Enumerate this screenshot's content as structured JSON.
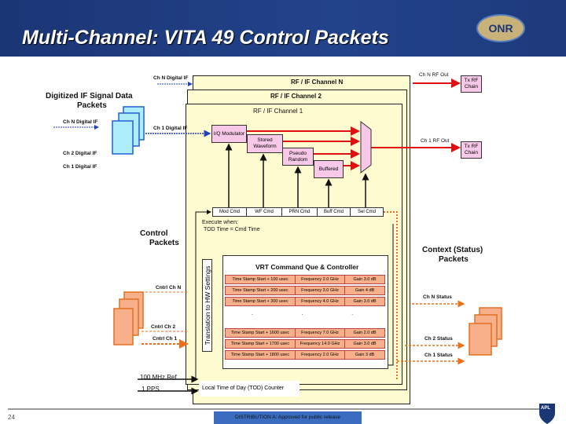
{
  "header": {
    "title": "Multi-Channel: VITA 49 Control Packets",
    "logo": "ONR logo"
  },
  "data_packets": {
    "title1": "Digitized IF  Signal Data",
    "title2": "Packets",
    "ch_n": "Ch N Digital IF",
    "ch_2": "Ch 2 Digital IF",
    "ch_1": "Ch 1 Digital IF",
    "dots": ". . ."
  },
  "channels": {
    "n": "RF / IF Channel N",
    "two": "RF / IF Channel 2",
    "one": "RF / IF Channel 1",
    "ch_n_in": "Ch N Digital IF",
    "ch_1_in": "Ch 1 Digital IF"
  },
  "blocks": {
    "iq": "I/Q Modulator",
    "wf": "Stored Waveform",
    "prn": "Pseudo Random",
    "buf": "Buffered"
  },
  "cmds": [
    "Mod Cmd",
    "WF Cmd",
    "PRN Cmd",
    "Buff Cmd",
    "Sel Cmd"
  ],
  "execute": {
    "line1": "Execute when:",
    "line2": "TOD Time = Cmd Time"
  },
  "outputs": {
    "ch_n_out": "Ch N RF Out",
    "ch_1_out": "Ch 1 RF Out",
    "tx_n": "Tx RF Chain",
    "tx_1": "Tx RF Chain"
  },
  "control": {
    "title1": "Control",
    "title2": "Packets",
    "ch_n": "Cntrl Ch N",
    "ch_2": "Cntrl Ch 2",
    "ch_1": "Cntrl Ch 1"
  },
  "translation": "Translation to HW Settings",
  "vrt": {
    "title": "VRT Command Que & Controller",
    "rows": [
      [
        "Time Stamp Start + 100 usec",
        "Frequency 2.0 GHz",
        "Gain 3.0 dB"
      ],
      [
        "Time Stamp Start + 200 usec",
        "Frequency 3.0 GHz",
        "Gain 4 dB"
      ],
      [
        "Time Stamp Start + 300 usec",
        "Frequency 4.0 GHz",
        "Gain 3.0 dB"
      ],
      [
        "Time Stamp Start + 1600 usec",
        "Frequency 7.0 GHz",
        "Gain 2.0 dB"
      ],
      [
        "Time Stamp Start + 1700 usec",
        "Frequency 14.0 GHz",
        "Gain 3.0 dB"
      ],
      [
        "Time Stamp Start + 1800 usec",
        "Frequency 2.0 GHz",
        "Gain 3 dB"
      ]
    ]
  },
  "tod": "Local Time of Day (TOD) Counter",
  "ref": {
    "mhz": "100 MHz Ref",
    "pps": "1 PPS"
  },
  "context": {
    "title1": "Context (Status)",
    "title2": "Packets",
    "ch_n": "Ch N Status",
    "ch_2": "Ch 2 Status",
    "ch_1": "Ch 1 Status"
  },
  "footer": {
    "page": "24",
    "distribution": "DISTRIBUTION A: Approved for public release",
    "logo": "APL"
  },
  "colors": {
    "header": "#1e3a7e",
    "channel_bg": "#fffbd0",
    "block": "#f7c8e8",
    "packet_orange": "#f7b08a",
    "packet_blue": "#aeeefc",
    "signal_red": "#e01010",
    "control_orange": "#e87020"
  }
}
